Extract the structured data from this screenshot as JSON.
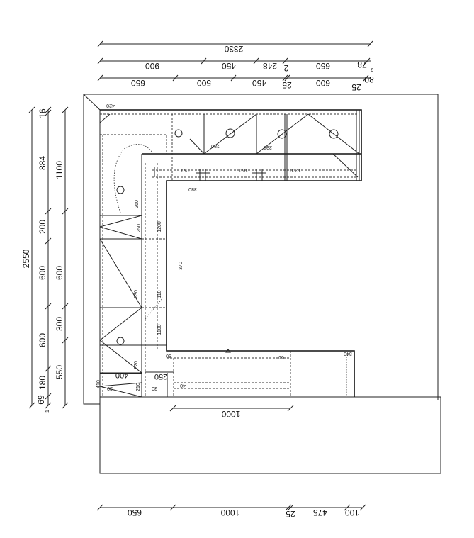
{
  "top_dimensions": {
    "overall": "2330",
    "row1": [
      "900",
      "450",
      "248",
      "2",
      "650",
      "78",
      "2"
    ],
    "row2": [
      "650",
      "500",
      "450",
      "25",
      "600",
      "25",
      "80"
    ]
  },
  "left_dimensions": {
    "overall": "2550",
    "inner": [
      "16",
      "884",
      "200",
      "600",
      "600",
      "180",
      "69",
      "1"
    ],
    "outer": [
      "1100",
      "600",
      "300",
      "550"
    ]
  },
  "bottom_dimensions": [
    "650",
    "1000",
    "25",
    "475",
    "100"
  ],
  "plan_labels": {
    "corner_top": "420",
    "wall_280": "280",
    "wall_298": "298",
    "pipe_150": "150",
    "pipe_160": "160",
    "pipe_1200": "1200",
    "gap_380": "380",
    "side_260": "260",
    "side_250": "250",
    "side_1200": "1200",
    "center_370": "370",
    "side_230": "230",
    "side_110": "110",
    "side_1100": "1100",
    "side_220": "220",
    "side_210": "210",
    "side_410": "410",
    "side_20": "20",
    "side_30": "30",
    "side_90": "90",
    "dim_400": "400",
    "dim_250": "250",
    "island_60": "60",
    "island_40": "40",
    "island_340": "340",
    "island_1000": "1000"
  }
}
